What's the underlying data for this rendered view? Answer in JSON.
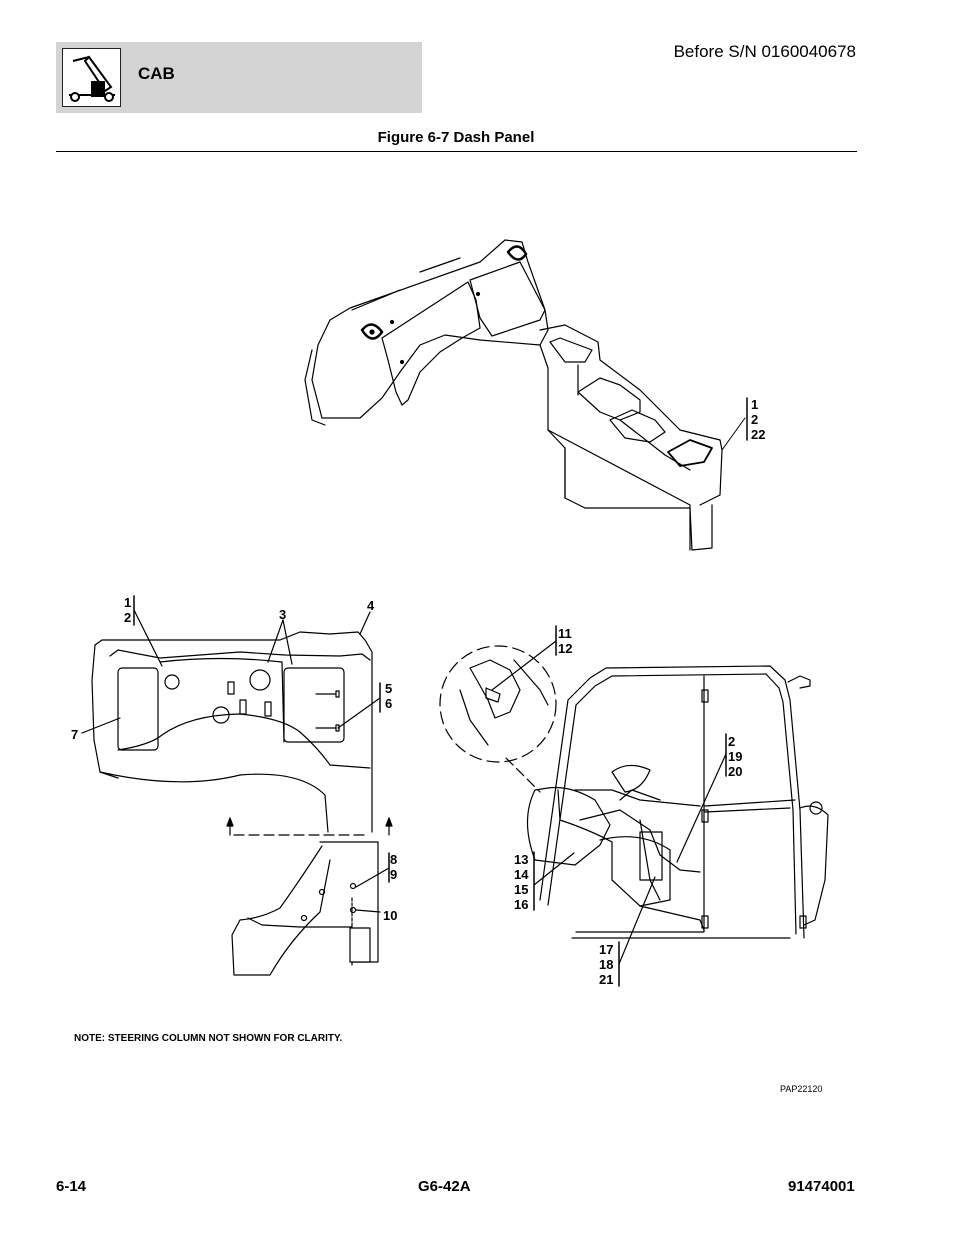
{
  "header": {
    "section_title": "CAB",
    "serial_note": "Before S/N 0160040678"
  },
  "figure": {
    "title": "Figure 6-7 Dash Panel"
  },
  "callouts": {
    "top_console": "1\n2\n22",
    "panel_1_2": "1\n2",
    "panel_3": "3",
    "panel_4": "4",
    "panel_5_6": "5\n6",
    "panel_7": "7",
    "lower_8_9": "8\n9",
    "lower_10": "10",
    "cab_11_12": "11\n12",
    "cab_2_19_20": "2\n19\n20",
    "cab_13_16": "13\n14\n15\n16",
    "cab_17_21": "17\n18\n21"
  },
  "note": "NOTE:   STEERING COLUMN NOT SHOWN FOR CLARITY.",
  "drawing_ref": "PAP22120",
  "footer": {
    "page": "6-14",
    "model": "G6-42A",
    "doc_number": "91474001"
  }
}
